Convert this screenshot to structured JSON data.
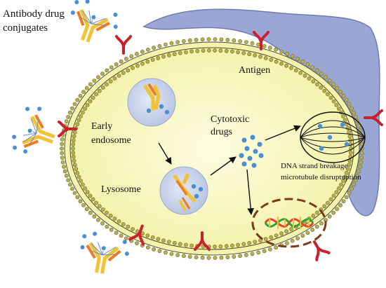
{
  "labels": {
    "adc_line1": "Antibody drug",
    "adc_line2": "conjugates",
    "antigen": "Antigen",
    "early_line1": "Early",
    "early_line2": "endosome",
    "cytotoxic_line1": "Cytotoxic",
    "cytotoxic_line2": "drugs",
    "lysosome": "Lysosome",
    "effect_line1": "DNA strand breakage",
    "effect_line2": "microtubule disruptuption"
  },
  "colors": {
    "cell_fill": "#f8f6b0",
    "cell_fill_inner": "#fbfad0",
    "membrane_bead": "#b8b04a",
    "membrane_line": "#4a4a2a",
    "back_cell": "#9aa6d4",
    "vesicle": "#c6cfe8",
    "antibody_yellow": "#f2c232",
    "antibody_orange": "#ef7b1f",
    "antigen_red": "#c8202c",
    "payload_blue": "#4a8fd6",
    "dna_ellipse": "#7a3a1a"
  },
  "icons": {
    "adc": "antibody-drug-conjugate-icon",
    "antigen": "antigen-receptor-icon",
    "nucleus": "spindle-nucleus-icon",
    "dna": "dna-helix-icon"
  }
}
